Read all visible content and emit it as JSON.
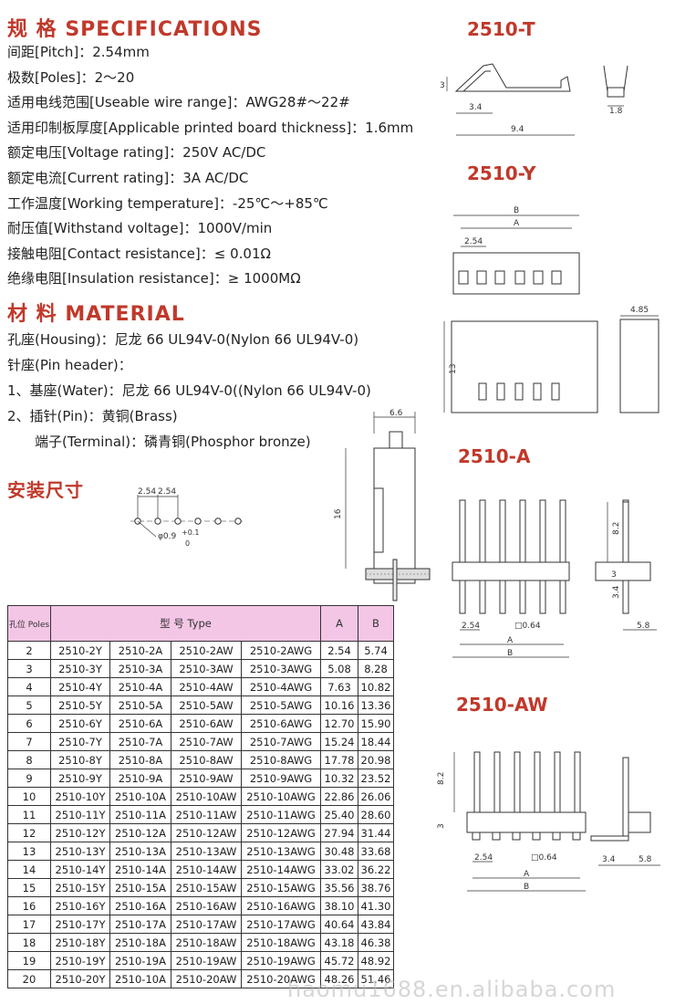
{
  "specs": {
    "title": "规 格 SPECIFICATIONS",
    "lines": [
      "间距[Pitch]：2.54mm",
      "极数[Poles]：2～20",
      "适用电线范围[Useable wire range]：AWG28#～22#",
      "适用印制板厚度[Applicable printed board thickness]：1.6mm",
      "额定电压[Voltage rating]：250V AC/DC",
      "额定电流[Current rating]：3A AC/DC",
      "工作温度[Working temperature]：-25℃～+85℃",
      "耐压值[Withstand voltage]：1000V/min",
      "接触电阻[Contact resistance]：≤ 0.01Ω",
      "绝缘电阻[Insulation resistance]：≥ 1000MΩ"
    ]
  },
  "material": {
    "title": "材 料 MATERIAL",
    "lines": [
      "孔座(Housing)：尼龙 66 UL94V-0(Nylon 66 UL94V-0)",
      "针座(Pin header)：",
      "1、基座(Water)：尼龙 66 UL94V-0((Nylon 66 UL94V-0)",
      "2、插针(Pin)：黄铜(Brass)",
      "　　端子(Terminal)：磷青铜(Phosphor bronze)"
    ]
  },
  "install": {
    "title": "安装尺寸",
    "dim_a": "2.54",
    "dim_b": "2.54",
    "hole": "φ0.9",
    "tol_up": "+0.1",
    "tol_down": "0"
  },
  "side_view": {
    "width": "6.6",
    "height": "16"
  },
  "models": {
    "t": {
      "title": "2510-T",
      "h": "3",
      "a": "3.4",
      "len": "9.4",
      "w": "1.8"
    },
    "y": {
      "title": "2510-Y",
      "b": "B",
      "a": "A",
      "pitch": "2.54",
      "depth": "4.85",
      "height": "13"
    },
    "a": {
      "title": "2510-A",
      "h1": "8.2",
      "h2": "3",
      "h3": "3.4",
      "pin": "□0.64",
      "pitch": "2.54",
      "a": "A",
      "b": "B",
      "depth": "5.8"
    },
    "aw": {
      "title": "2510-AW",
      "h1": "8.2",
      "h2": "3",
      "pin": "□0.64",
      "pitch": "2.54",
      "a": "A",
      "b": "B",
      "d1": "3.4",
      "d2": "5.8"
    }
  },
  "table": {
    "header": {
      "poles": "孔位 Poles",
      "type": "型 号  Type",
      "a": "A",
      "b": "B"
    },
    "rows": [
      [
        "2",
        "2510-2Y",
        "2510-2A",
        "2510-2AW",
        "2510-2AWG",
        "2.54",
        "5.74"
      ],
      [
        "3",
        "2510-3Y",
        "2510-3A",
        "2510-3AW",
        "2510-3AWG",
        "5.08",
        "8.28"
      ],
      [
        "4",
        "2510-4Y",
        "2510-4A",
        "2510-4AW",
        "2510-4AWG",
        "7.63",
        "10.82"
      ],
      [
        "5",
        "2510-5Y",
        "2510-5A",
        "2510-5AW",
        "2510-5AWG",
        "10.16",
        "13.36"
      ],
      [
        "6",
        "2510-6Y",
        "2510-6A",
        "2510-6AW",
        "2510-6AWG",
        "12.70",
        "15.90"
      ],
      [
        "7",
        "2510-7Y",
        "2510-7A",
        "2510-7AW",
        "2510-7AWG",
        "15.24",
        "18.44"
      ],
      [
        "8",
        "2510-8Y",
        "2510-8A",
        "2510-8AW",
        "2510-8AWG",
        "17.78",
        "20.98"
      ],
      [
        "9",
        "2510-9Y",
        "2510-9A",
        "2510-9AW",
        "2510-9AWG",
        "10.32",
        "23.52"
      ],
      [
        "10",
        "2510-10Y",
        "2510-10A",
        "2510-10AW",
        "2510-10AWG",
        "22.86",
        "26.06"
      ],
      [
        "11",
        "2510-11Y",
        "2510-11A",
        "2510-11AW",
        "2510-11AWG",
        "25.40",
        "28.60"
      ],
      [
        "12",
        "2510-12Y",
        "2510-12A",
        "2510-12AW",
        "2510-12AWG",
        "27.94",
        "31.44"
      ],
      [
        "13",
        "2510-13Y",
        "2510-13A",
        "2510-13AW",
        "2510-13AWG",
        "30.48",
        "33.68"
      ],
      [
        "14",
        "2510-14Y",
        "2510-14A",
        "2510-14AW",
        "2510-14AWG",
        "33.02",
        "36.22"
      ],
      [
        "15",
        "2510-15Y",
        "2510-15A",
        "2510-15AW",
        "2510-15AWG",
        "35.56",
        "38.76"
      ],
      [
        "16",
        "2510-16Y",
        "2510-16A",
        "2510-16AW",
        "2510-16AWG",
        "38.10",
        "41.30"
      ],
      [
        "17",
        "2510-17Y",
        "2510-17A",
        "2510-17AW",
        "2510-17AWG",
        "40.64",
        "43.84"
      ],
      [
        "18",
        "2510-18Y",
        "2510-18A",
        "2510-18AW",
        "2510-18AWG",
        "43.18",
        "46.38"
      ],
      [
        "19",
        "2510-19Y",
        "2510-19A",
        "2510-19AW",
        "2510-19AWG",
        "45.72",
        "48.92"
      ],
      [
        "20",
        "2510-20Y",
        "2510-10A",
        "2510-20AW",
        "2510-20AWG",
        "48.26",
        "51.46"
      ]
    ]
  },
  "watermark": "haomu1688.en.alibaba.com",
  "colors": {
    "accent": "#c0392b",
    "table_header": "#f4c6e6"
  }
}
